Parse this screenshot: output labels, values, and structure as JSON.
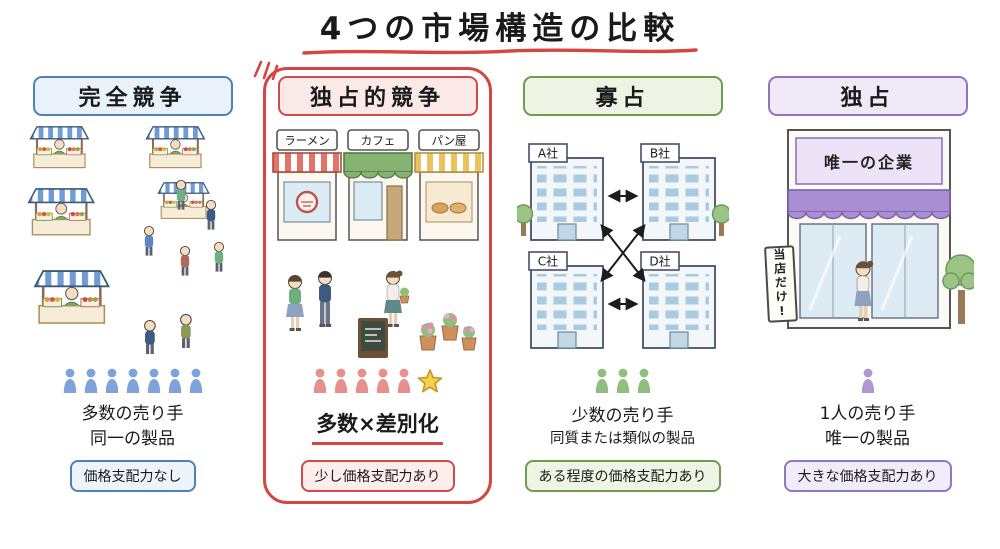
{
  "title": "4つの市場構造の比較",
  "columns": [
    {
      "id": "perfect-competition",
      "header": "完全競争",
      "desc_line1": "多数の売り手",
      "desc_line2": "同一の製品",
      "badge": "価格支配力なし",
      "seller_icon_count": 7,
      "colors": {
        "accent": "#4f7fb8",
        "icon": "#7fa3d8"
      }
    },
    {
      "id": "monopolistic-competition",
      "header": "独占的競争",
      "shops": [
        "ラーメン",
        "カフェ",
        "パン屋"
      ],
      "desc_emphasis": "多数×差別化",
      "badge": "少し価格支配力あり",
      "seller_icon_count": 5,
      "highlighted": true,
      "colors": {
        "accent": "#d64541",
        "icon": "#e88f8f"
      }
    },
    {
      "id": "oligopoly",
      "header": "寡占",
      "companies": [
        "A社",
        "B社",
        "C社",
        "D社"
      ],
      "desc_line1": "少数の売り手",
      "desc_line2": "同質または類似の製品",
      "badge": "ある程度の価格支配力あり",
      "seller_icon_count": 3,
      "colors": {
        "accent": "#6f9c50",
        "icon": "#90bd80"
      }
    },
    {
      "id": "monopoly",
      "header": "独占",
      "store_sign": "唯一の企業",
      "standing_sign": "当店だけ!",
      "desc_line1": "1人の売り手",
      "desc_line2": "唯一の製品",
      "badge": "大きな価格支配力あり",
      "seller_icon_count": 1,
      "colors": {
        "accent": "#8f76bd",
        "icon": "#b197d4"
      }
    }
  ]
}
